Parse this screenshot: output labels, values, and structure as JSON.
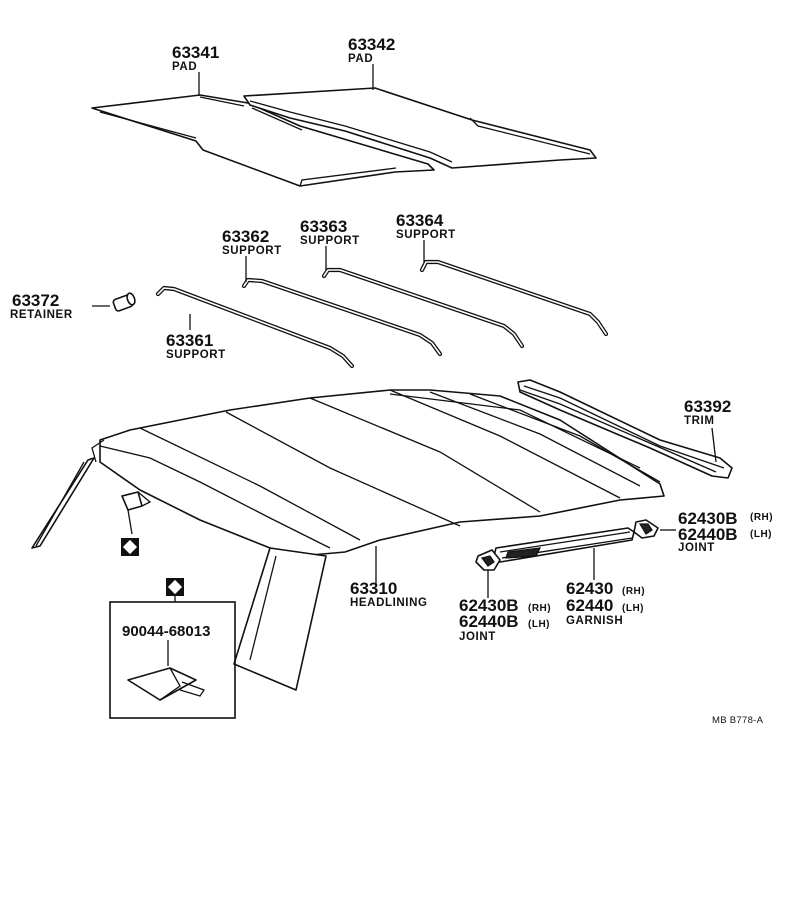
{
  "callouts": {
    "pad_rear": {
      "number": "63341",
      "name": "PAD"
    },
    "pad_front": {
      "number": "63342",
      "name": "PAD"
    },
    "support_62": {
      "number": "63362",
      "name": "SUPPORT"
    },
    "support_63": {
      "number": "63363",
      "name": "SUPPORT"
    },
    "support_64": {
      "number": "63364",
      "name": "SUPPORT"
    },
    "support_61": {
      "number": "63361",
      "name": "SUPPORT"
    },
    "retainer": {
      "number": "63372",
      "name": "RETAINER"
    },
    "trim": {
      "number": "63392",
      "name": "TRIM"
    },
    "joint_right": {
      "number_rh": "62430B",
      "side_rh": "(RH)",
      "number_lh": "62440B",
      "side_lh": "(LH)",
      "name": "JOINT"
    },
    "headlining": {
      "number": "63310",
      "name": "HEADLINING"
    },
    "joint_bottom": {
      "number_rh": "62430B",
      "side_rh": "(RH)",
      "number_lh": "62440B",
      "side_lh": "(LH)",
      "name": "JOINT"
    },
    "garnish": {
      "number_rh": "62430",
      "side_rh": "(RH)",
      "number_lh": "62440",
      "side_lh": "(LH)",
      "name": "GARNISH"
    },
    "clip_inset": {
      "number": "90044-68013"
    }
  },
  "diagram_code": "MB  B778-A"
}
